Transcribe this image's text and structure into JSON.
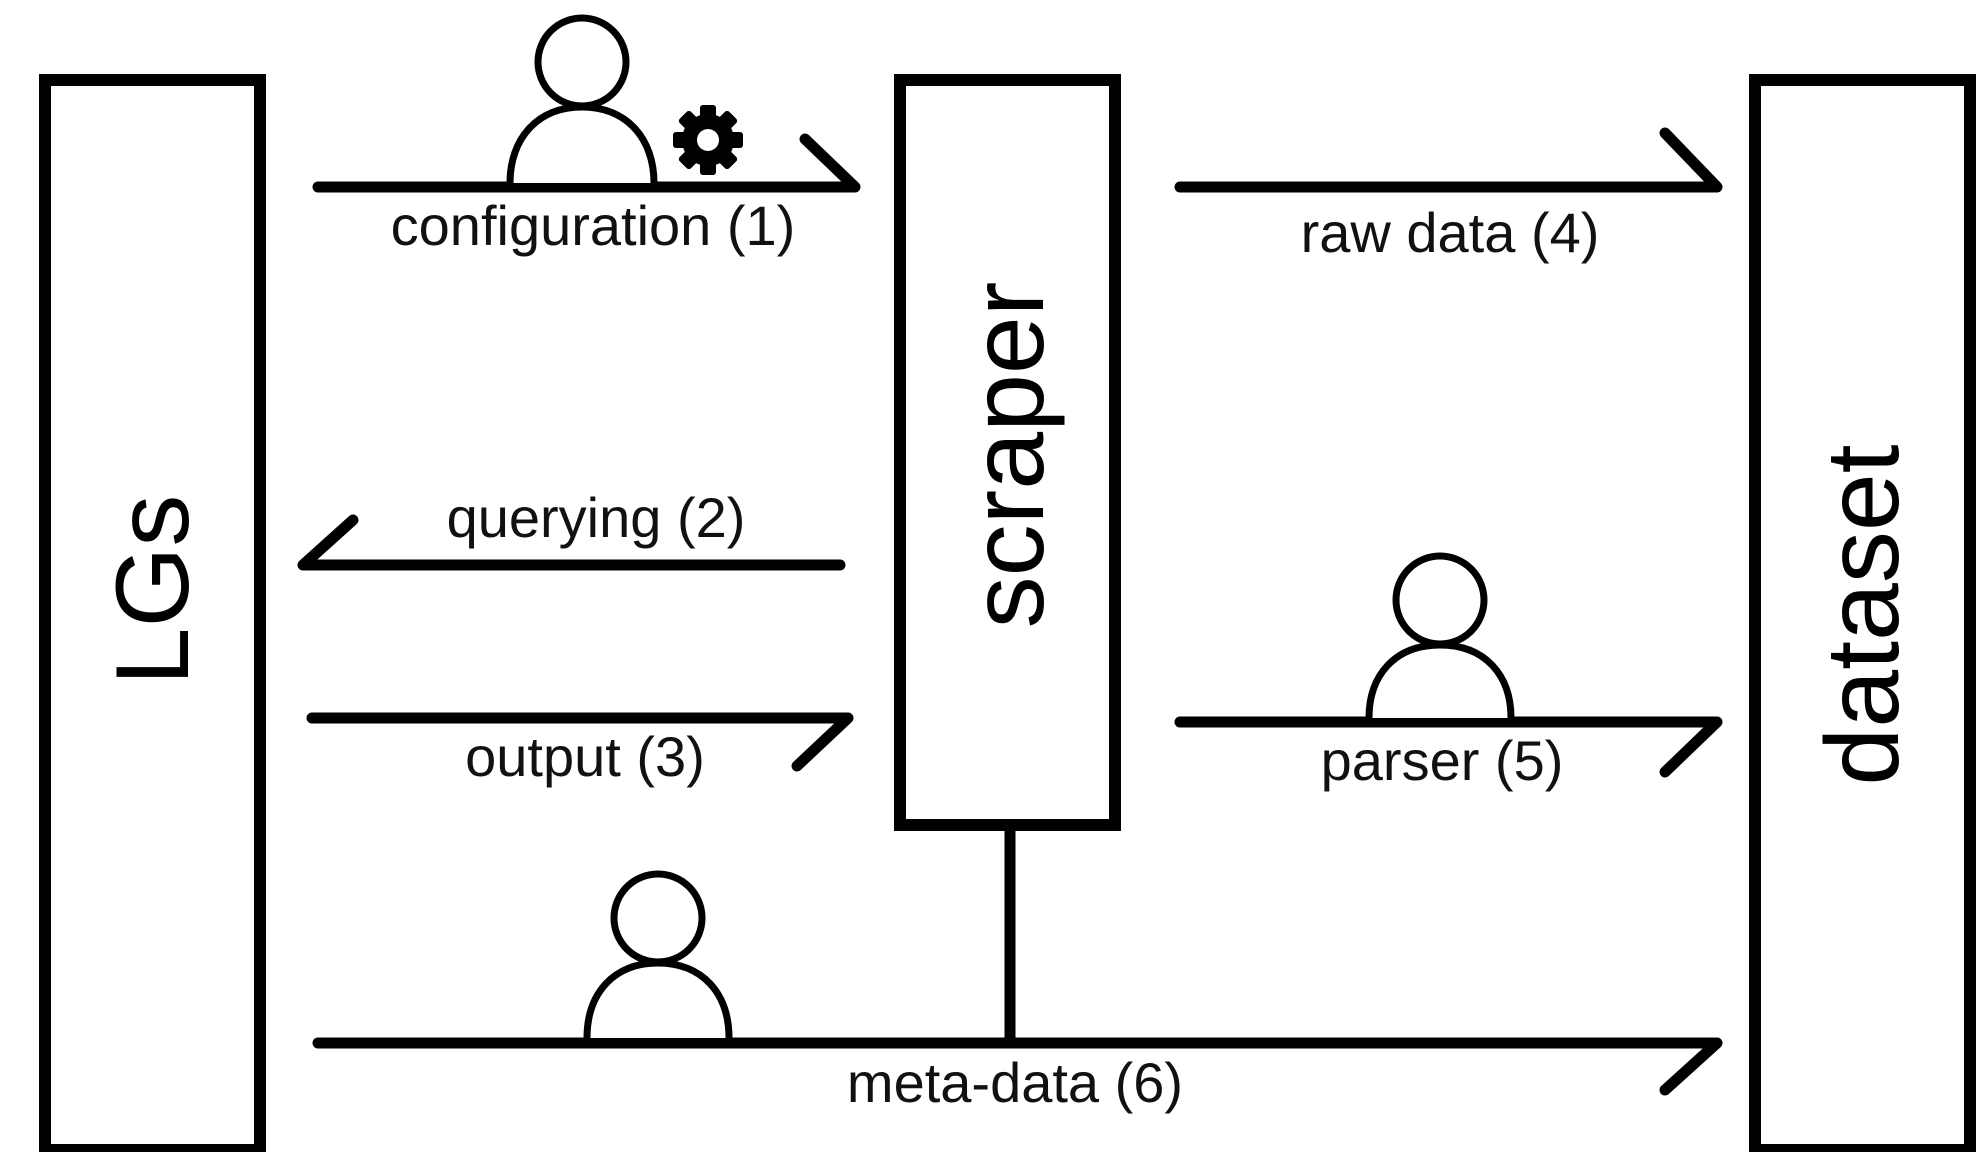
{
  "nodes": {
    "lgs": "LGs",
    "scraper": "scraper",
    "dataset": "dataset"
  },
  "edges": {
    "configuration": "configuration (1)",
    "querying": "querying (2)",
    "output": "output (3)",
    "raw_data": "raw data (4)",
    "parser": "parser (5)",
    "meta_data": "meta-data (6)"
  },
  "icons": {
    "operator": "person-icon",
    "settings": "gear-icon"
  },
  "colors": {
    "stroke": "#000000",
    "background": "#ffffff"
  }
}
